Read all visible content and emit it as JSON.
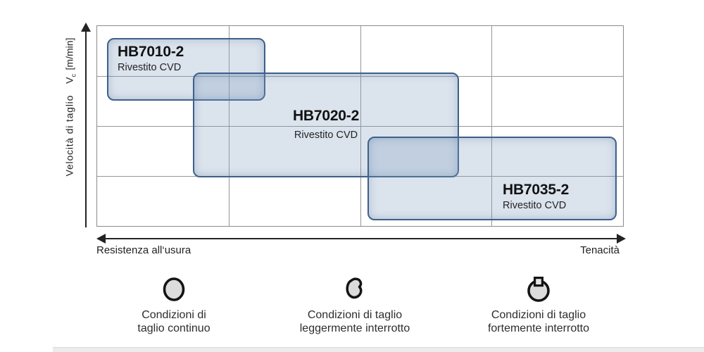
{
  "chart": {
    "y_axis": {
      "title": "Velocità di taglio",
      "v_symbol": "V",
      "v_subscript": "c",
      "unit": "[m/min]"
    },
    "x_axis": {
      "left_label": "Resistenza all‘usura",
      "right_label": "Tenacità"
    },
    "grades": [
      {
        "name": "HB7010-2",
        "coating": "Rivestito CVD"
      },
      {
        "name": "HB7020-2",
        "coating": "Rivestito CVD"
      },
      {
        "name": "HB7035-2",
        "coating": "Rivestito CVD"
      }
    ]
  },
  "legend": {
    "items": [
      {
        "icon": "continuous-cutting-icon",
        "line1": "Condizioni di",
        "line2": "taglio continuo"
      },
      {
        "icon": "lightly-interrupted-cutting-icon",
        "line1": "Condizioni di taglio",
        "line2": "leggermente interrotto"
      },
      {
        "icon": "strongly-interrupted-cutting-icon",
        "line1": "Condizioni di taglio",
        "line2": "fortemente interrotto"
      }
    ]
  },
  "colors": {
    "box_border": "#3d608a",
    "box_fill": "rgba(125,155,190,0.28)",
    "grid_line": "#979797",
    "axis": "#232323",
    "icon_fill": "#dcdcdc",
    "icon_stroke": "#141414"
  },
  "chart_data": {
    "type": "area",
    "title": "",
    "x_axis": {
      "label_left": "Resistenza all‘usura",
      "label_right": "Tenacità",
      "range": [
        0,
        4
      ],
      "gridlines": [
        1,
        2,
        3
      ]
    },
    "y_axis": {
      "label": "Velocità di taglio Vc [m/min]",
      "range": [
        0,
        4
      ],
      "gridlines": [
        1,
        2,
        3
      ]
    },
    "grid": true,
    "legend_position": "below",
    "series": [
      {
        "name": "HB7010-2",
        "note": "Rivestito CVD",
        "x_range": [
          0.08,
          1.28
        ],
        "y_range": [
          2.5,
          3.75
        ]
      },
      {
        "name": "HB7020-2",
        "note": "Rivestito CVD",
        "x_range": [
          0.73,
          2.75
        ],
        "y_range": [
          0.98,
          3.06
        ]
      },
      {
        "name": "HB7035-2",
        "note": "Rivestito CVD",
        "x_range": [
          2.06,
          3.95
        ],
        "y_range": [
          0.13,
          1.79
        ]
      }
    ]
  }
}
